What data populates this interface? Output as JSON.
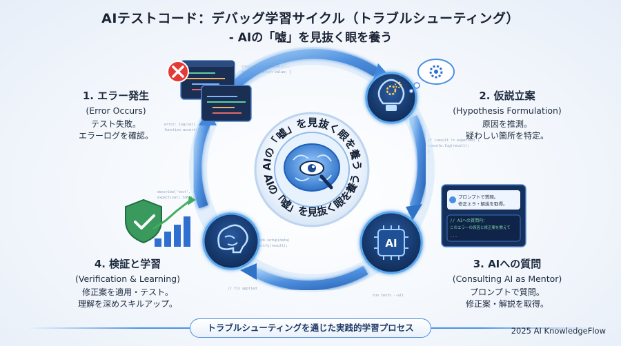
{
  "title": "AIテストコード：デバッグ学習サイクル（トラブルシューティング）",
  "subtitle": "- AIの「嘘」を見抜く眼を養う",
  "center": {
    "ring_text_top": "AIの「嘘」を見抜く眼を養う",
    "ring_text_bottom": "AIの「嘘」を見抜く眼を養う"
  },
  "stages": [
    {
      "heading": "1. エラー発生",
      "english": "(Error Occurs)",
      "desc1": "テスト失敗。",
      "desc2": "エラーログを確認。"
    },
    {
      "heading": "2. 仮説立案",
      "english": "(Hypothesis Formulation)",
      "desc1": "原因を推測。",
      "desc2": "疑わしい箇所を特定。"
    },
    {
      "heading": "3. AIへの質問",
      "english": "(Consulting AI as Mentor)",
      "desc1": "プロンプトで質問。",
      "desc2": "修正案・解説を取得。"
    },
    {
      "heading": "4. 検証と学習",
      "english": "(Verification & Learning)",
      "desc1": "修正案を適用・テスト。",
      "desc2": "理解を深めスキルアップ。"
    }
  ],
  "chat_window": {
    "user_line1": "プロンプトで質問。",
    "user_line2": "修正エラ・解説を取得。",
    "ai_line1": "// AIへの質問内：",
    "ai_line2": "このエラーの原因と修正案を教えて",
    "ai_line3": "..."
  },
  "ai_chip_label": "AI",
  "footer_banner": "トラブルシューティングを通じた実践的学習プロセス",
  "copyright": "2025 AI KnowledgeFlow",
  "colors": {
    "accent": "#2f6fd0",
    "dark_node": "#173a6e",
    "ring_glow": "#5aa8f0"
  },
  "icons": [
    "error-x-icon",
    "code-window-icon",
    "lightbulb-gears-icon",
    "thought-cloud-gear-icon",
    "ai-chip-icon",
    "chat-window-icon",
    "brain-icon",
    "shield-check-icon",
    "growth-chart-icon",
    "brain-eye-magnifier-icon"
  ]
}
